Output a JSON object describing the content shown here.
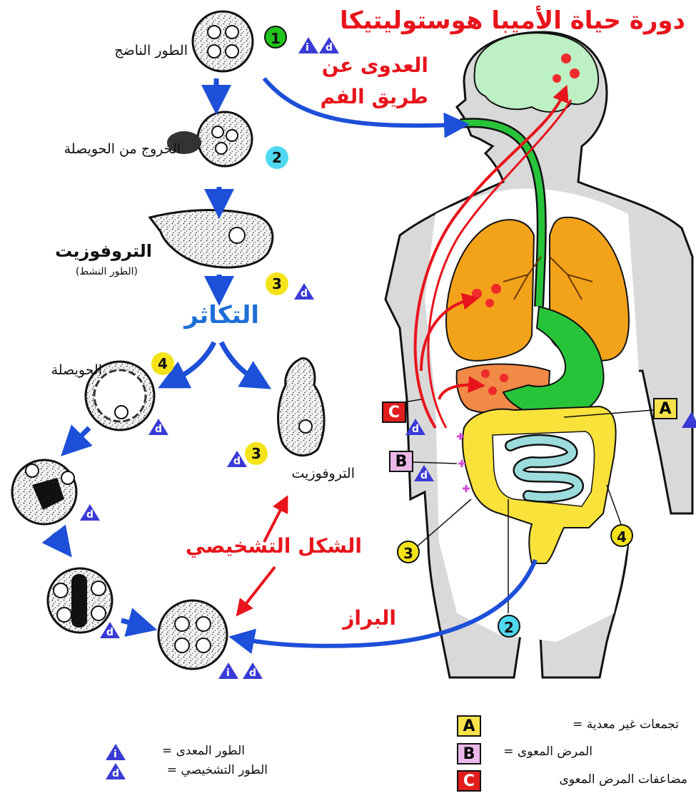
{
  "title": "دورة حياة الأميبا هوستوليتيكا",
  "infection_route": {
    "line1": "العدوى عن",
    "line2": "طريق الفم"
  },
  "stages": {
    "mature": "الطور الناضج",
    "excystation": "الخروج من الحويصلة",
    "trophozoite": "التروفوزيت",
    "trophozoite_sub": "(الطور النشط)",
    "multiplication": "التكاثر",
    "cyst": "الحويصلة",
    "trophozoite_right": "التروفوزيت",
    "diagnostic_form": "الشكل التشخيصي",
    "feces": "البراز"
  },
  "step_numbers": {
    "n1": "1",
    "n2": "2",
    "n3": "3",
    "n4": "4"
  },
  "badges": {
    "infective": "i",
    "diagnostic": "d"
  },
  "boxes": {
    "a": "A",
    "b": "B",
    "c": "C"
  },
  "legend": {
    "infective": "الطور المعدى =",
    "diagnostic": "الطور التشخيصي =",
    "a": "تجمعات غير معدية =",
    "b": "المرض المعوى =",
    "c": "مضاعفات المرض المعوى"
  },
  "colors": {
    "title_red": "#e8141c",
    "arrow_blue": "#1d4fd8",
    "circle_green": "#22c41c",
    "circle_cyan": "#4fd8f0",
    "circle_yellow": "#f5e31a",
    "box_a": "#f7e24a",
    "box_b": "#e9b8e9",
    "box_c": "#e21d1d",
    "brain": "#bdf0c4",
    "lung": "#f3a31a",
    "esophagus": "#27c43a",
    "colon": "#f9e23a",
    "small_intestine": "#9cdcdc"
  }
}
